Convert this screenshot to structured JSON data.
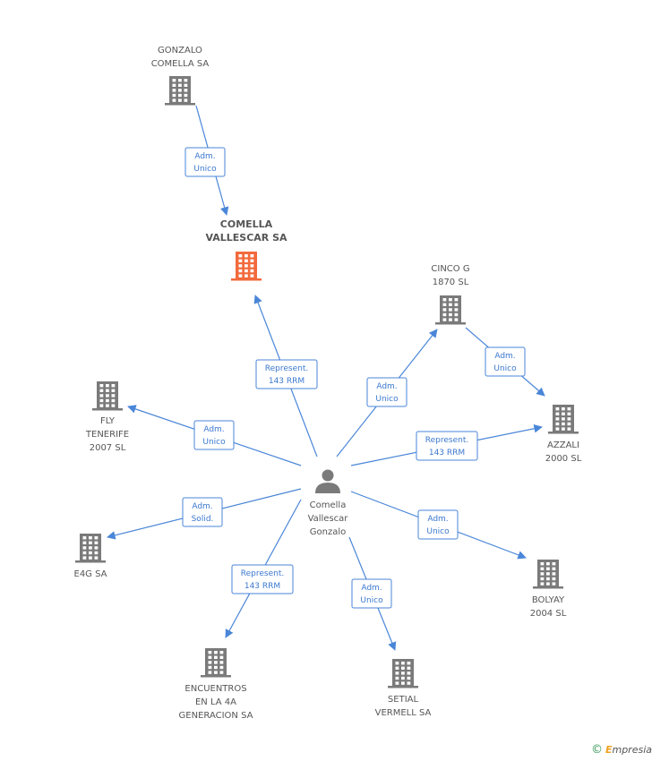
{
  "colors": {
    "building": "#7a7a7a",
    "building_highlight": "#f26a3c",
    "person": "#7a7a7a",
    "edge": "#4a86d8"
  },
  "nodes": [
    {
      "id": "gonzalo",
      "type": "company",
      "lines": [
        "GONZALO",
        "COMELLA SA"
      ]
    },
    {
      "id": "comella_vallescar",
      "type": "company",
      "highlight": true,
      "lines": [
        "COMELLA",
        "VALLESCAR SA"
      ]
    },
    {
      "id": "cinco_g",
      "type": "company",
      "lines": [
        "CINCO G",
        "1870 SL"
      ]
    },
    {
      "id": "azzali",
      "type": "company",
      "lines": [
        "AZZALI",
        "2000 SL"
      ]
    },
    {
      "id": "fly",
      "type": "company",
      "lines": [
        "FLY",
        "TENERIFE",
        "2007 SL"
      ]
    },
    {
      "id": "e4g",
      "type": "company",
      "lines": [
        "E4G SA"
      ]
    },
    {
      "id": "bolyay",
      "type": "company",
      "lines": [
        "BOLYAY",
        "2004 SL"
      ]
    },
    {
      "id": "encuentros",
      "type": "company",
      "lines": [
        "ENCUENTROS",
        "EN LA 4A",
        "GENERACION SA"
      ]
    },
    {
      "id": "setial",
      "type": "company",
      "lines": [
        "SETIAL",
        "VERMELL SA"
      ]
    },
    {
      "id": "person",
      "type": "person",
      "lines": [
        "Comella",
        "Vallescar",
        "Gonzalo"
      ]
    }
  ],
  "edges": [
    {
      "from": "gonzalo",
      "to": "comella_vallescar",
      "lines": [
        "Adm.",
        "Unico"
      ]
    },
    {
      "from": "person",
      "to": "comella_vallescar",
      "lines": [
        "Represent.",
        "143 RRM"
      ]
    },
    {
      "from": "person",
      "to": "cinco_g",
      "lines": [
        "Adm.",
        "Unico"
      ]
    },
    {
      "from": "cinco_g",
      "to": "azzali",
      "lines": [
        "Adm.",
        "Unico"
      ]
    },
    {
      "from": "person",
      "to": "azzali",
      "lines": [
        "Represent.",
        "143 RRM"
      ]
    },
    {
      "from": "person",
      "to": "fly",
      "lines": [
        "Adm.",
        "Unico"
      ]
    },
    {
      "from": "person",
      "to": "e4g",
      "lines": [
        "Adm.",
        "Solid."
      ]
    },
    {
      "from": "person",
      "to": "bolyay",
      "lines": [
        "Adm.",
        "Unico"
      ]
    },
    {
      "from": "person",
      "to": "encuentros",
      "lines": [
        "Represent.",
        "143 RRM"
      ]
    },
    {
      "from": "person",
      "to": "setial",
      "lines": [
        "Adm.",
        "Unico"
      ]
    }
  ],
  "footer": {
    "copyright": "©",
    "brand_initial": "E",
    "brand_rest": "mpresia"
  }
}
